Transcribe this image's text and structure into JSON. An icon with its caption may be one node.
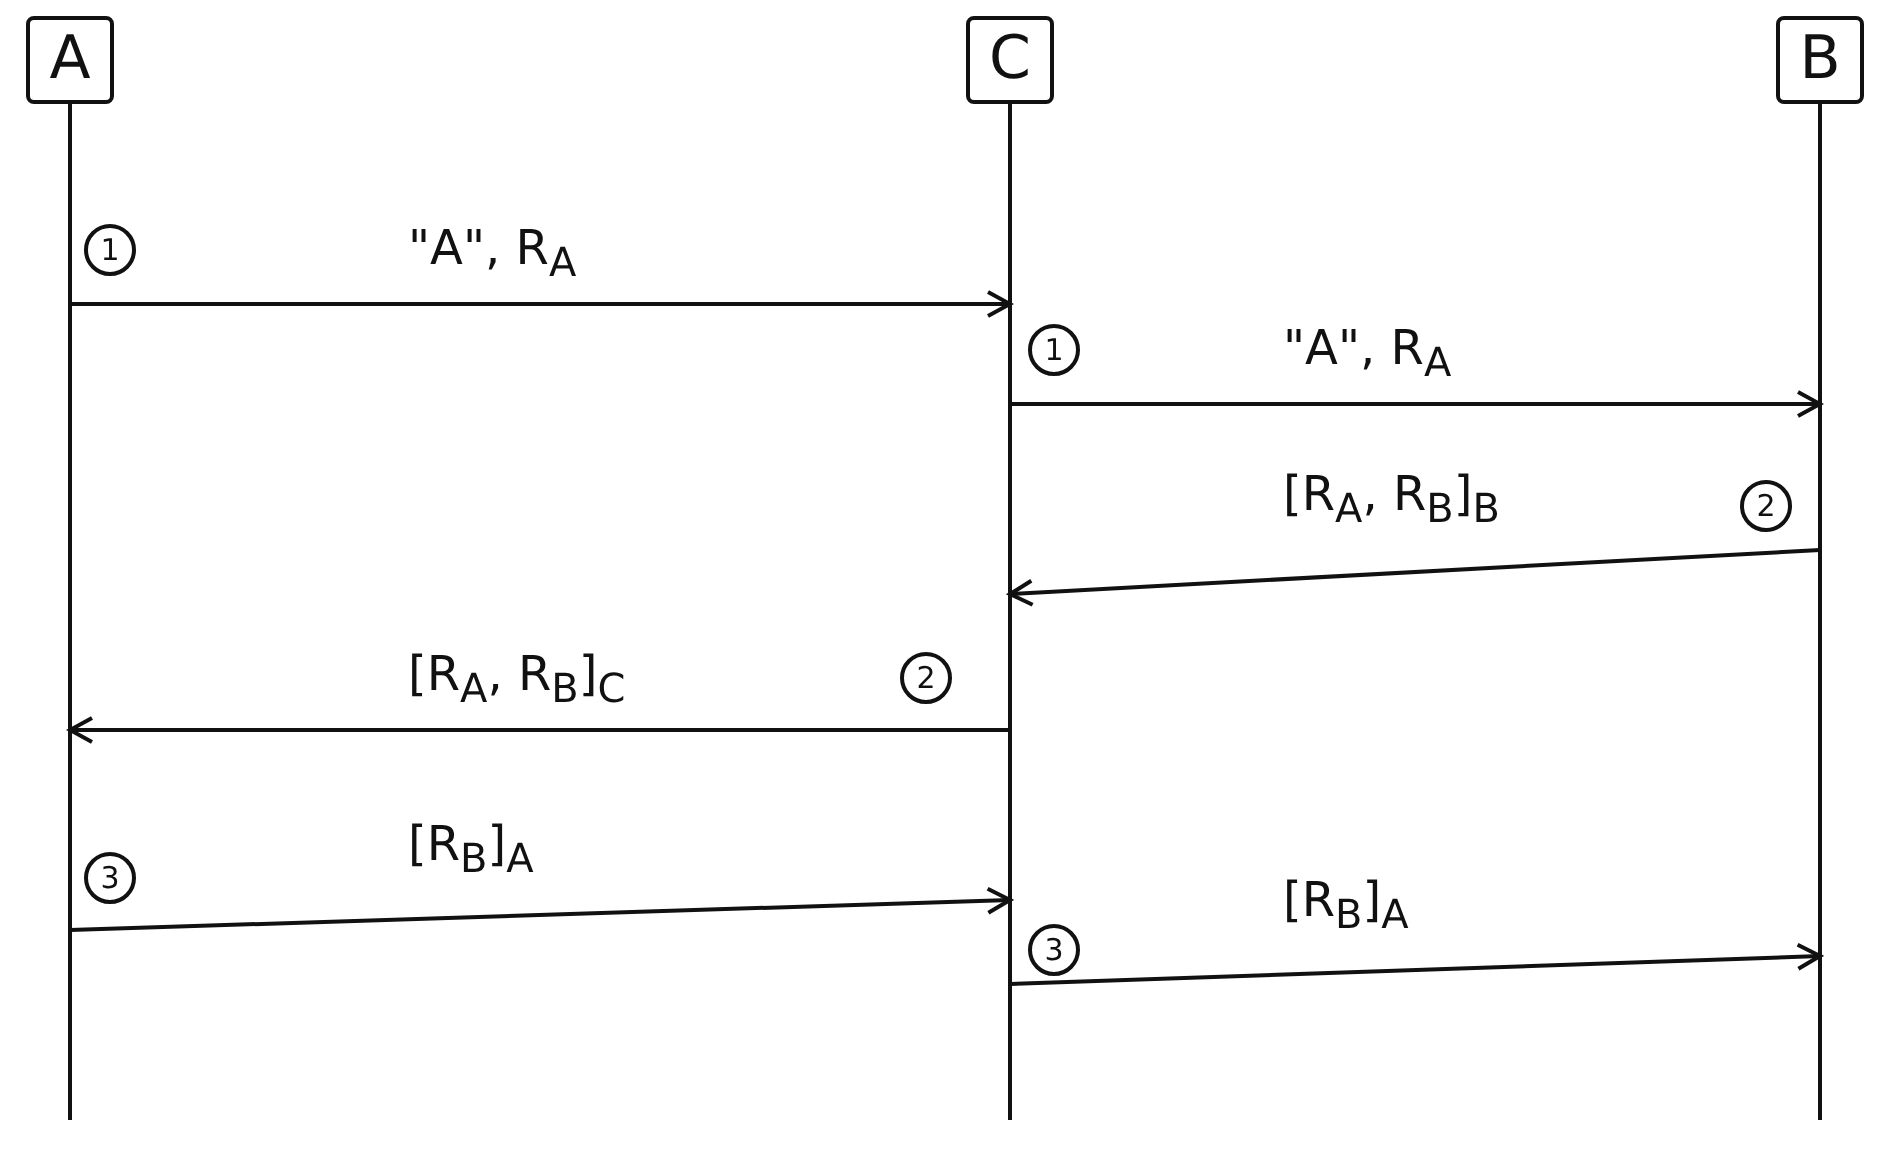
{
  "diagram": {
    "nodes": [
      {
        "text": [
          "A"
        ]
      },
      {
        "text": [
          "C"
        ]
      },
      {
        "text": [
          "B"
        ]
      }
    ],
    "edges": [
      {
        "from": 0,
        "to": 1,
        "arrow": "to",
        "label": "\"A\", R$_{A}$"
      },
      {
        "from": 1,
        "to": 2,
        "arrow": "to",
        "label": "\"A\", R$_{A}$"
      },
      {
        "from": 2,
        "to": 1,
        "arrow": "to",
        "label": "[R$_{A}$, R$_{B}$]$_{B}$"
      },
      {
        "from": 1,
        "to": 0,
        "arrow": "to",
        "label": "[R$_{A}$, R$_{B}$]$_{C}$"
      },
      {
        "from": 0,
        "to": 1,
        "arrow": "to",
        "label": "[R$_{B}$]$_{A}$"
      },
      {
        "from": 1,
        "to": 2,
        "arrow": "to",
        "label": "[R$_{B}$]$_{A}$"
      }
    ],
    "labels": [
      "1",
      "1",
      "2",
      "2",
      "3",
      "3"
    ]
  }
}
